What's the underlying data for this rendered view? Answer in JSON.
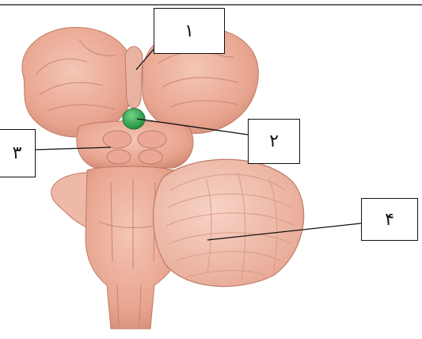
{
  "labels": [
    {
      "id": "1",
      "text": "١"
    },
    {
      "id": "2",
      "text": "٢"
    },
    {
      "id": "3",
      "text": "٣"
    },
    {
      "id": "4",
      "text": "۴"
    }
  ],
  "colors": {
    "tissue": "#e8a48f",
    "tissue_light": "#f1bfae",
    "tissue_dark": "#c97f6a",
    "highlight": "#2fa84a",
    "line": "#111111"
  }
}
